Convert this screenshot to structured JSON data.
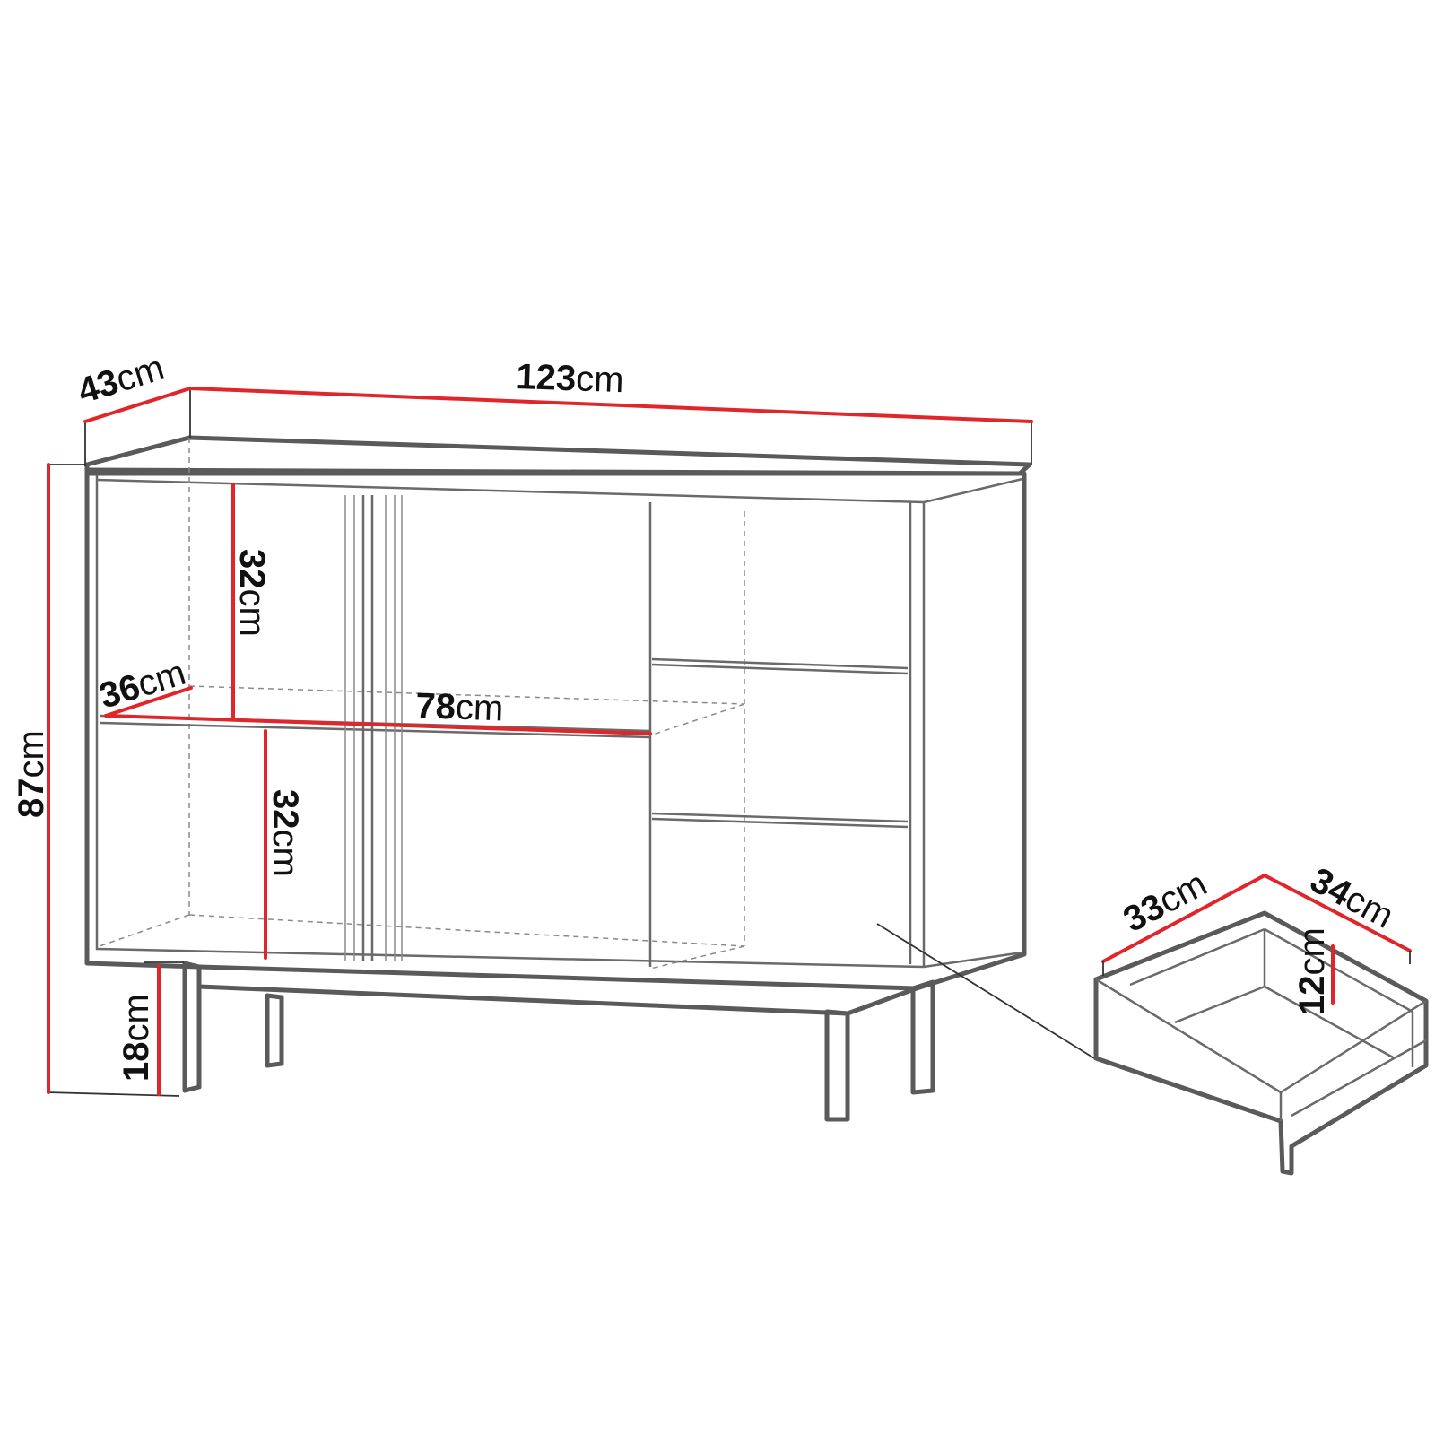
{
  "dimensions": {
    "depth_top": {
      "value": "43",
      "unit": "cm"
    },
    "width_top": {
      "value": "123",
      "unit": "cm"
    },
    "height_total": {
      "value": "87",
      "unit": "cm"
    },
    "leg_height": {
      "value": "18",
      "unit": "cm"
    },
    "compartment_upper_height": {
      "value": "32",
      "unit": "cm"
    },
    "compartment_lower_height": {
      "value": "32",
      "unit": "cm"
    },
    "shelf_depth": {
      "value": "36",
      "unit": "cm"
    },
    "shelf_width": {
      "value": "78",
      "unit": "cm"
    },
    "drawer_width": {
      "value": "33",
      "unit": "cm"
    },
    "drawer_depth": {
      "value": "34",
      "unit": "cm"
    },
    "drawer_height": {
      "value": "12",
      "unit": "cm"
    }
  },
  "colors": {
    "dimension_line": "#e0262b",
    "outline": "#5a5a5a",
    "label": "#111111"
  }
}
